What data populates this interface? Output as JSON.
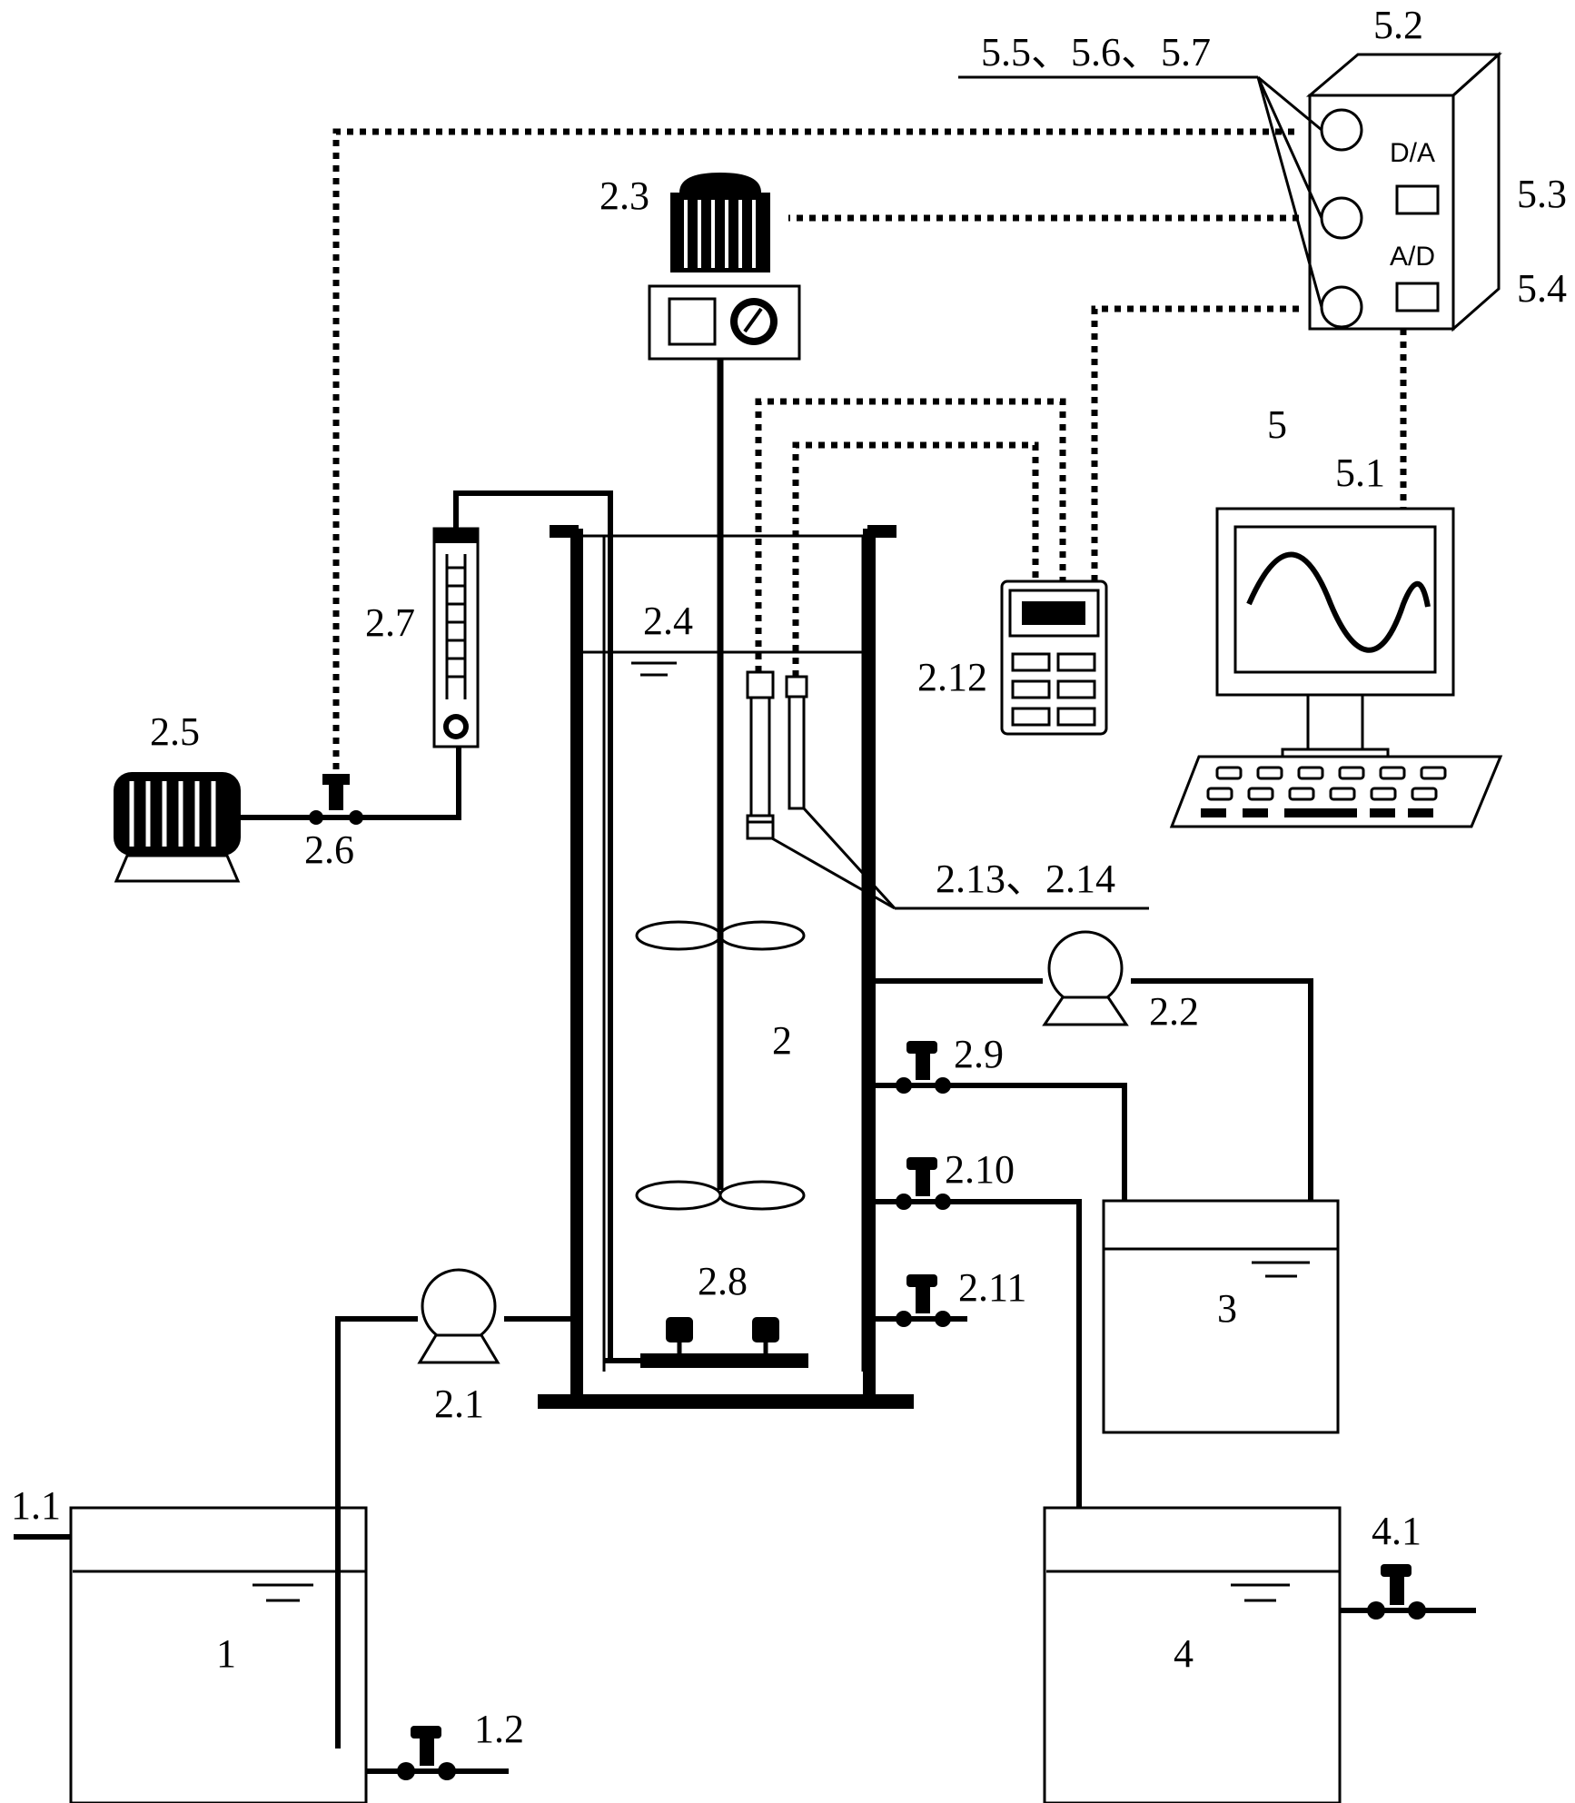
{
  "labels": {
    "tank_feed": "1",
    "tank_feed_inlet": "1.1",
    "tank_feed_valve": "1.2",
    "reactor": "2",
    "feed_pump": "2.1",
    "recycle_pump": "2.2",
    "stirrer_motor": "2.3",
    "water_level": "2.4",
    "air_compressor": "2.5",
    "air_valve": "2.6",
    "flowmeter": "2.7",
    "aerator": "2.8",
    "valve_a": "2.9",
    "valve_b": "2.10",
    "valve_c": "2.11",
    "meter": "2.12",
    "probes": "2.13、2.14",
    "tank_settler": "3",
    "tank_effluent": "4",
    "effluent_valve": "4.1",
    "control_system": "5",
    "computer": "5.1",
    "control_box": "5.2",
    "da_port": "5.3",
    "ad_port": "5.4",
    "relays": "5.5、5.6、5.7"
  },
  "control_box": {
    "da_text": "D/A",
    "ad_text": "A/D"
  },
  "icons": {
    "motor": "motor-icon",
    "pump": "pump-icon",
    "valve": "valve-icon",
    "computer": "computer-icon",
    "meter": "meter-icon"
  }
}
